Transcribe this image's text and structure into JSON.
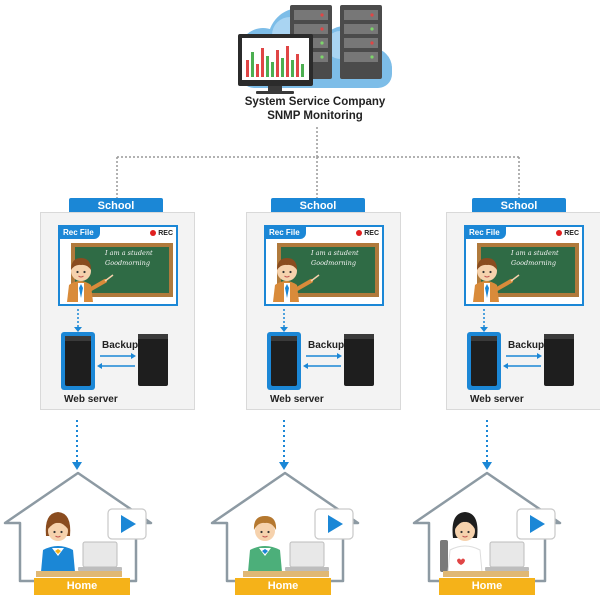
{
  "company": {
    "line1": "System Service Company",
    "line2": "SNMP Monitoring"
  },
  "schools": [
    {
      "tab": "School",
      "rec_title": "Rec File",
      "rec_badge": "REC",
      "board_line1": "I am a student",
      "board_line2": "Goodmorning",
      "backup": "Backup",
      "web_server": "Web server"
    },
    {
      "tab": "School",
      "rec_title": "Rec File",
      "rec_badge": "REC",
      "board_line1": "I am a student",
      "board_line2": "Goodmorning",
      "backup": "Backup",
      "web_server": "Web server"
    },
    {
      "tab": "School",
      "rec_title": "Rec File",
      "rec_badge": "REC",
      "board_line1": "I am a student",
      "board_line2": "Goodmorning",
      "backup": "Backup",
      "web_server": "Web server"
    }
  ],
  "homes": [
    {
      "label": "Home"
    },
    {
      "label": "Home"
    },
    {
      "label": "Home"
    }
  ],
  "colors": {
    "accent_blue": "#1b87d6",
    "home_yellow": "#f5b219",
    "cloud": "#6fb5e3",
    "board_green": "#2f6b45",
    "connector_gray": "#999999"
  }
}
